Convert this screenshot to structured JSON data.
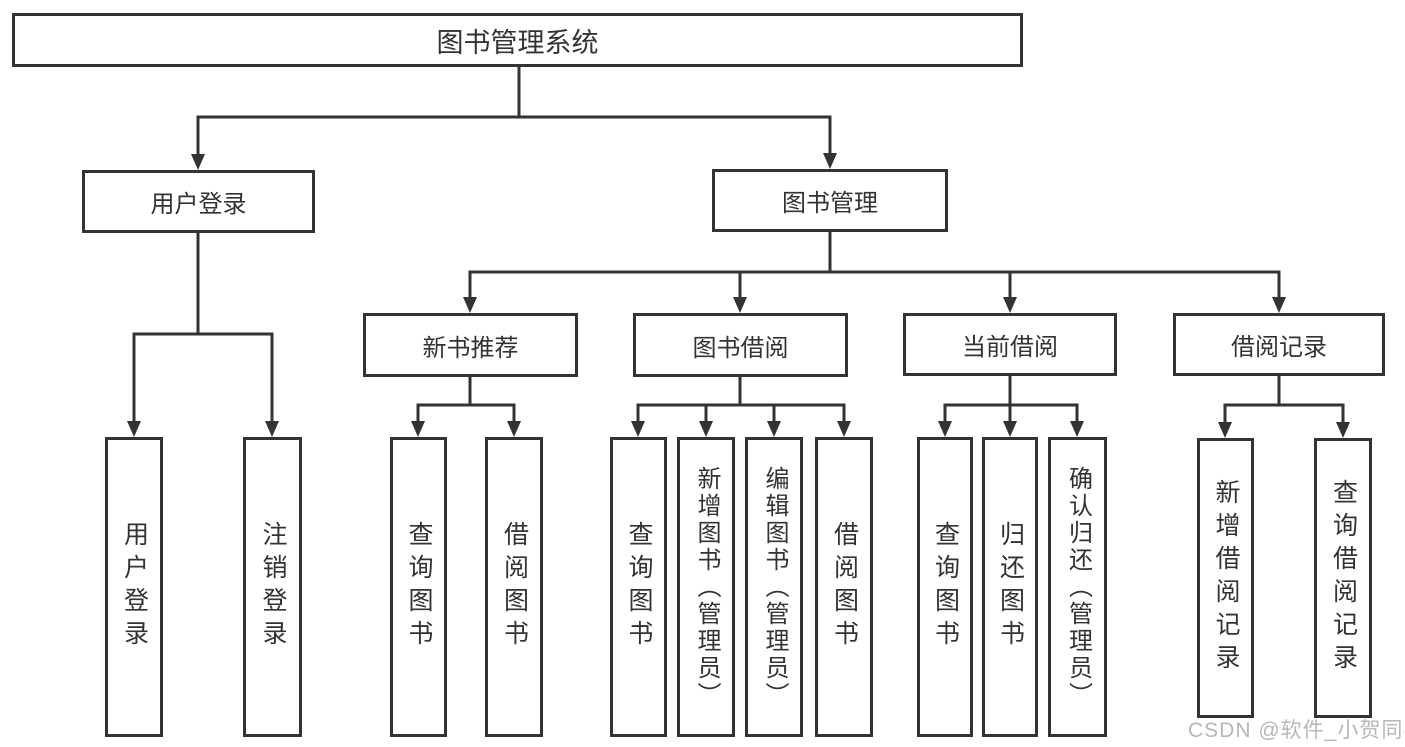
{
  "colors": {
    "line": "#333333",
    "text": "#333333",
    "box_background": "#ffffff",
    "watermark": "#aaaaaa"
  },
  "tree": {
    "root": "图书管理系统",
    "branches": [
      {
        "label": "用户登录",
        "children": [
          "用户登录",
          "注销登录"
        ]
      },
      {
        "label": "图书管理",
        "groups": [
          {
            "label": "新书推荐",
            "children": [
              "查询图书",
              "借阅图书"
            ]
          },
          {
            "label": "图书借阅",
            "children": [
              "查询图书",
              "新增图书（管理员）",
              "编辑图书（管理员）",
              "借阅图书"
            ]
          },
          {
            "label": "当前借阅",
            "children": [
              "查询图书",
              "归还图书",
              "确认归还（管理员）"
            ]
          },
          {
            "label": "借阅记录",
            "children": [
              "新增借阅记录",
              "查询借阅记录"
            ]
          }
        ]
      }
    ]
  },
  "watermark": "CSDN @软件_小贺同学"
}
